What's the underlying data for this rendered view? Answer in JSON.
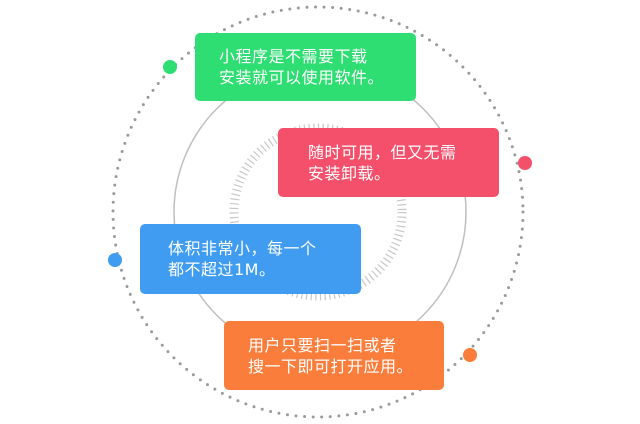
{
  "colors": {
    "green": "#2fde72",
    "red": "#f5506b",
    "blue": "#3f9cf0",
    "orange": "#fb7d3b",
    "ring": "#bfbfbf",
    "dots": "#9a9a9a"
  },
  "cards": {
    "green": {
      "line1": "小程序是不需要下载",
      "line2": "安装就可以使用软件。"
    },
    "red": {
      "line1": "随时可用，但又无需",
      "line2": "安装卸载。"
    },
    "blue": {
      "line1": "体积非常小，每一个",
      "line2": "都不超过1M。"
    },
    "orange": {
      "line1": "用户只要扫一扫或者",
      "line2": "搜一下即可打开应用。"
    }
  }
}
